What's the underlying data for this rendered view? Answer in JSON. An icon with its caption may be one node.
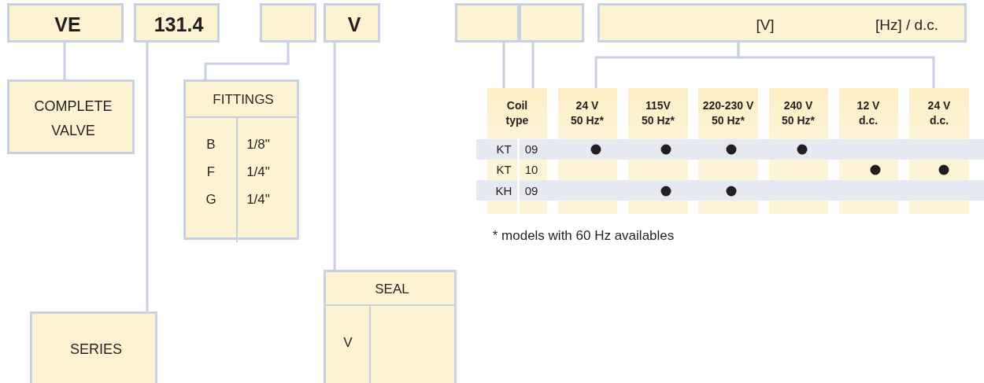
{
  "diagram": {
    "nodes": [
      {
        "text": [
          "VE"
        ]
      },
      {
        "text": [
          "131.4"
        ]
      },
      {
        "text": [],
        "shape": "box"
      },
      {
        "text": [
          "V"
        ]
      },
      {
        "text": [],
        "shape": "box"
      },
      {
        "text": [],
        "shape": "box"
      },
      {
        "text": [
          "[V]",
          "[Hz] / d.c."
        ]
      },
      {
        "text": [
          "COMPLETE VALVE"
        ]
      },
      {
        "text": [
          "FITTINGS",
          "B",
          "1/8\"",
          "F",
          "1/4\"",
          "G",
          "1/4\""
        ]
      },
      {
        "text": [
          "SERIES"
        ]
      },
      {
        "text": [
          "SEAL",
          "V"
        ]
      },
      {
        "text": [
          "Coil type"
        ]
      },
      {
        "text": [
          "24 V 50 Hz*"
        ]
      },
      {
        "text": [
          "115V 50 Hz*"
        ]
      },
      {
        "text": [
          "220-230 V 50 Hz*"
        ]
      },
      {
        "text": [
          "240 V 50 Hz*"
        ]
      },
      {
        "text": [
          "12 V d.c."
        ]
      },
      {
        "text": [
          "24 V d.c."
        ]
      }
    ],
    "edges": [
      {
        "from": 0,
        "to": 7,
        "arrow": "none"
      },
      {
        "from": 1,
        "to": 9,
        "arrow": "none"
      },
      {
        "from": 2,
        "to": 8,
        "arrow": "none"
      },
      {
        "from": 3,
        "to": 10,
        "arrow": "none"
      },
      {
        "from": 4,
        "to": 11,
        "arrow": "none"
      },
      {
        "from": 5,
        "to": 11,
        "arrow": "none"
      },
      {
        "from": 6,
        "to": 12,
        "arrow": "none"
      },
      {
        "from": 6,
        "to": 17,
        "arrow": "none"
      }
    ],
    "labels": [
      "KT",
      "09",
      "KT",
      "10",
      "KH",
      "09",
      "* models with 60 Hz availables"
    ]
  }
}
